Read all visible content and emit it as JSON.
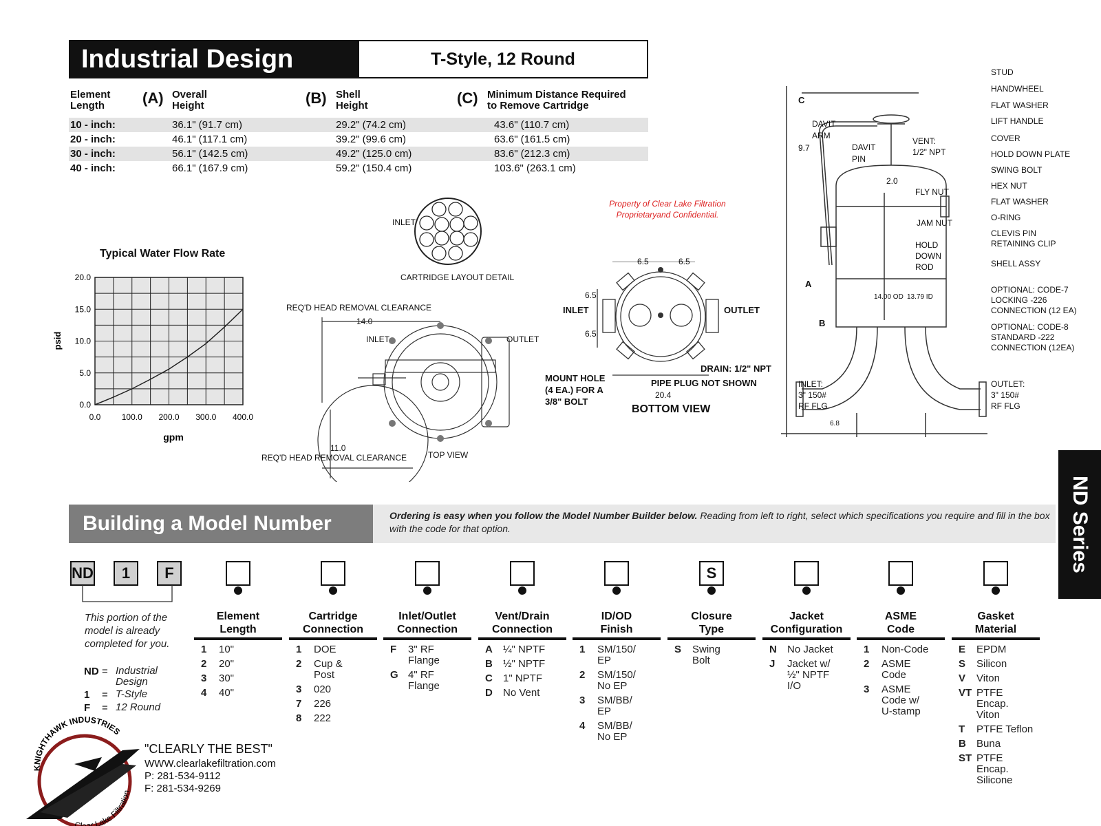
{
  "header": {
    "title": "Industrial Design",
    "subtitle": "T-Style, 12 Round"
  },
  "dim_table": {
    "col1": "Element\nLength",
    "letter_a": "(A)",
    "col_a": "Overall\nHeight",
    "letter_b": "(B)",
    "col_b": "Shell\nHeight",
    "letter_c": "(C)",
    "col_c": "Minimum Distance Required\nto Remove Cartridge",
    "rows": [
      {
        "len": "10 - inch:",
        "a": "36.1\" (91.7 cm)",
        "b": "29.2\" (74.2 cm)",
        "c": "43.6\" (110.7 cm)"
      },
      {
        "len": "20 - inch:",
        "a": "46.1\" (117.1 cm)",
        "b": "39.2\" (99.6 cm)",
        "c": "63.6\" (161.5 cm)"
      },
      {
        "len": "30 - inch:",
        "a": "56.1\" (142.5 cm)",
        "b": "49.2\" (125.0 cm)",
        "c": "83.6\" (212.3 cm)"
      },
      {
        "len": "40 - inch:",
        "a": "66.1\" (167.9 cm)",
        "b": "59.2\" (150.4 cm)",
        "c": "103.6\" (263.1 cm)"
      }
    ]
  },
  "chart_data": {
    "type": "line",
    "title": "Typical Water Flow Rate",
    "xlabel": "gpm",
    "ylabel": "psid",
    "xlim": [
      0,
      400
    ],
    "ylim": [
      0,
      20
    ],
    "x_ticks": [
      "0.0",
      "100.0",
      "200.0",
      "300.0",
      "400.0"
    ],
    "y_ticks": [
      "0.0",
      "5.0",
      "10.0",
      "15.0",
      "20.0"
    ],
    "grid": true,
    "series": [
      {
        "x": [
          0,
          50,
          100,
          150,
          200,
          250,
          300,
          350,
          400
        ],
        "y": [
          0,
          1.2,
          2.5,
          4.0,
          5.6,
          7.5,
          9.6,
          12.2,
          15.0
        ]
      }
    ]
  },
  "drawings": {
    "cartridge_inlet": "INLET",
    "cartridge_caption": "CARTRIDGE LAYOUT DETAIL",
    "proprietary": "Property of Clear Lake Filtration\nProprietaryand Confidential.",
    "top_view": {
      "clear_top": "REQ'D HEAD REMOVAL CLEARANCE",
      "dim_14": "14.0",
      "inlet": "INLET",
      "outlet": "OUTLET",
      "dim_11": "11.0",
      "clear_bottom": "REQ'D HEAD REMOVAL CLEARANCE",
      "caption": "TOP VIEW"
    },
    "bottom_view": {
      "d65a": "6.5",
      "d65b": "6.5",
      "d65c": "6.5",
      "d65d": "6.5",
      "inlet": "INLET",
      "outlet": "OUTLET",
      "mount": "MOUNT HOLE\n(4 EA.) FOR A\n3/8\" BOLT",
      "drain": "DRAIN: 1/2\" NPT",
      "plug": "PIPE PLUG NOT SHOWN",
      "d204": "20.4",
      "caption": "BOTTOM VIEW"
    },
    "side_view": {
      "c": "C",
      "davit_arm": "DAVIT\nARM",
      "d97": "9.7",
      "davit_pin": "DAVIT\nPIN",
      "vent": "VENT:\n1/2\" NPT",
      "d20": "2.0",
      "fly_nut": "FLY NUT",
      "jam_nut": "JAM NUT",
      "hold_rod": "HOLD\nDOWN\nROD",
      "a": "A",
      "b": "B",
      "od": "14.00 OD",
      "id": "13.79 ID",
      "inlet": "INLET:\n3\" 150#\nRF FLG",
      "outlet": "OUTLET:\n3\" 150#\nRF FLG",
      "d68": "6.8",
      "callouts": [
        "STUD",
        "HANDWHEEL",
        "FLAT WASHER",
        "LIFT HANDLE",
        "COVER",
        "HOLD DOWN PLATE",
        "SWING BOLT",
        "HEX NUT",
        "FLAT WASHER",
        "O-RING",
        "CLEVIS PIN\nRETAINING CLIP",
        "SHELL ASSY",
        "OPTIONAL: CODE-7\nLOCKING -226\nCONNECTION (12 EA)",
        "OPTIONAL: CODE-8\nSTANDARD -222\nCONNECTION (12EA)"
      ]
    }
  },
  "builder": {
    "title": "Building a Model Number",
    "intro_bold": "Ordering is easy when you follow the Model Number Builder below.",
    "intro_rest": " Reading from left to right, select which specifications you require and fill in the box with the code for that option.",
    "prefilled": [
      "ND",
      "1",
      "F"
    ],
    "prefilled_note": "This portion of the model is already completed for you.",
    "legend": [
      {
        "code": "ND",
        "eq": "=",
        "text": "Industrial\nDesign"
      },
      {
        "code": "1",
        "eq": "=",
        "text": "T-Style"
      },
      {
        "code": "F",
        "eq": "=",
        "text": "12 Round"
      }
    ],
    "columns": [
      {
        "head": "Element\nLength",
        "box": "",
        "opts": [
          [
            "1",
            "10\""
          ],
          [
            "2",
            "20\""
          ],
          [
            "3",
            "30\""
          ],
          [
            "4",
            "40\""
          ]
        ]
      },
      {
        "head": "Cartridge\nConnection",
        "box": "",
        "opts": [
          [
            "1",
            "DOE"
          ],
          [
            "2",
            "Cup &\nPost"
          ],
          [
            "3",
            "020"
          ],
          [
            "7",
            "226"
          ],
          [
            "8",
            "222"
          ]
        ]
      },
      {
        "head": "Inlet/Outlet\nConnection",
        "box": "",
        "opts": [
          [
            "F",
            "3\" RF\nFlange"
          ],
          [
            "G",
            "4\" RF\nFlange"
          ]
        ]
      },
      {
        "head": "Vent/Drain\nConnection",
        "box": "",
        "opts": [
          [
            "A",
            "¼\" NPTF"
          ],
          [
            "B",
            "½\" NPTF"
          ],
          [
            "C",
            "1\" NPTF"
          ],
          [
            "D",
            "No Vent"
          ]
        ]
      },
      {
        "head": "ID/OD\nFinish",
        "box": "",
        "opts": [
          [
            "1",
            "SM/150/\nEP"
          ],
          [
            "2",
            "SM/150/\nNo EP"
          ],
          [
            "3",
            "SM/BB/\nEP"
          ],
          [
            "4",
            "SM/BB/\nNo EP"
          ]
        ]
      },
      {
        "head": "Closure\nType",
        "box": "S",
        "opts": [
          [
            "S",
            "Swing\nBolt"
          ]
        ]
      },
      {
        "head": "Jacket\nConfiguration",
        "box": "",
        "opts": [
          [
            "N",
            "No Jacket"
          ],
          [
            "J",
            "Jacket w/\n½\" NPTF\nI/O"
          ]
        ]
      },
      {
        "head": "ASME\nCode",
        "box": "",
        "opts": [
          [
            "1",
            "Non-Code"
          ],
          [
            "2",
            "ASME\nCode"
          ],
          [
            "3",
            "ASME\nCode w/\nU-stamp"
          ]
        ]
      },
      {
        "head": "Gasket\nMaterial",
        "box": "",
        "opts": [
          [
            "E",
            "EPDM"
          ],
          [
            "S",
            "Silicon"
          ],
          [
            "V",
            "Viton"
          ],
          [
            "VT",
            "PTFE\nEncap.\nViton"
          ],
          [
            "T",
            "PTFE  Teflon"
          ],
          [
            "B",
            "Buna"
          ],
          [
            "ST",
            "PTFE\nEncap.\nSilicone"
          ]
        ]
      }
    ]
  },
  "side_tab": "ND Series",
  "footer": {
    "logo_top": "KNIGHTHAWK INDUSTRIES",
    "logo_bottom": "Clear Lake Filtration",
    "tagline": "\"CLEARLY THE BEST\"",
    "web": "WWW.clearlakefiltration.com",
    "phone": "P: 281-534-9112",
    "fax": "F: 281-534-9269"
  },
  "colors": {
    "black": "#111111",
    "grey_bar": "#7d7d7d",
    "light_bar": "#e8e8e8",
    "row_shade": "#e3e3e3",
    "red": "#dd2222"
  }
}
